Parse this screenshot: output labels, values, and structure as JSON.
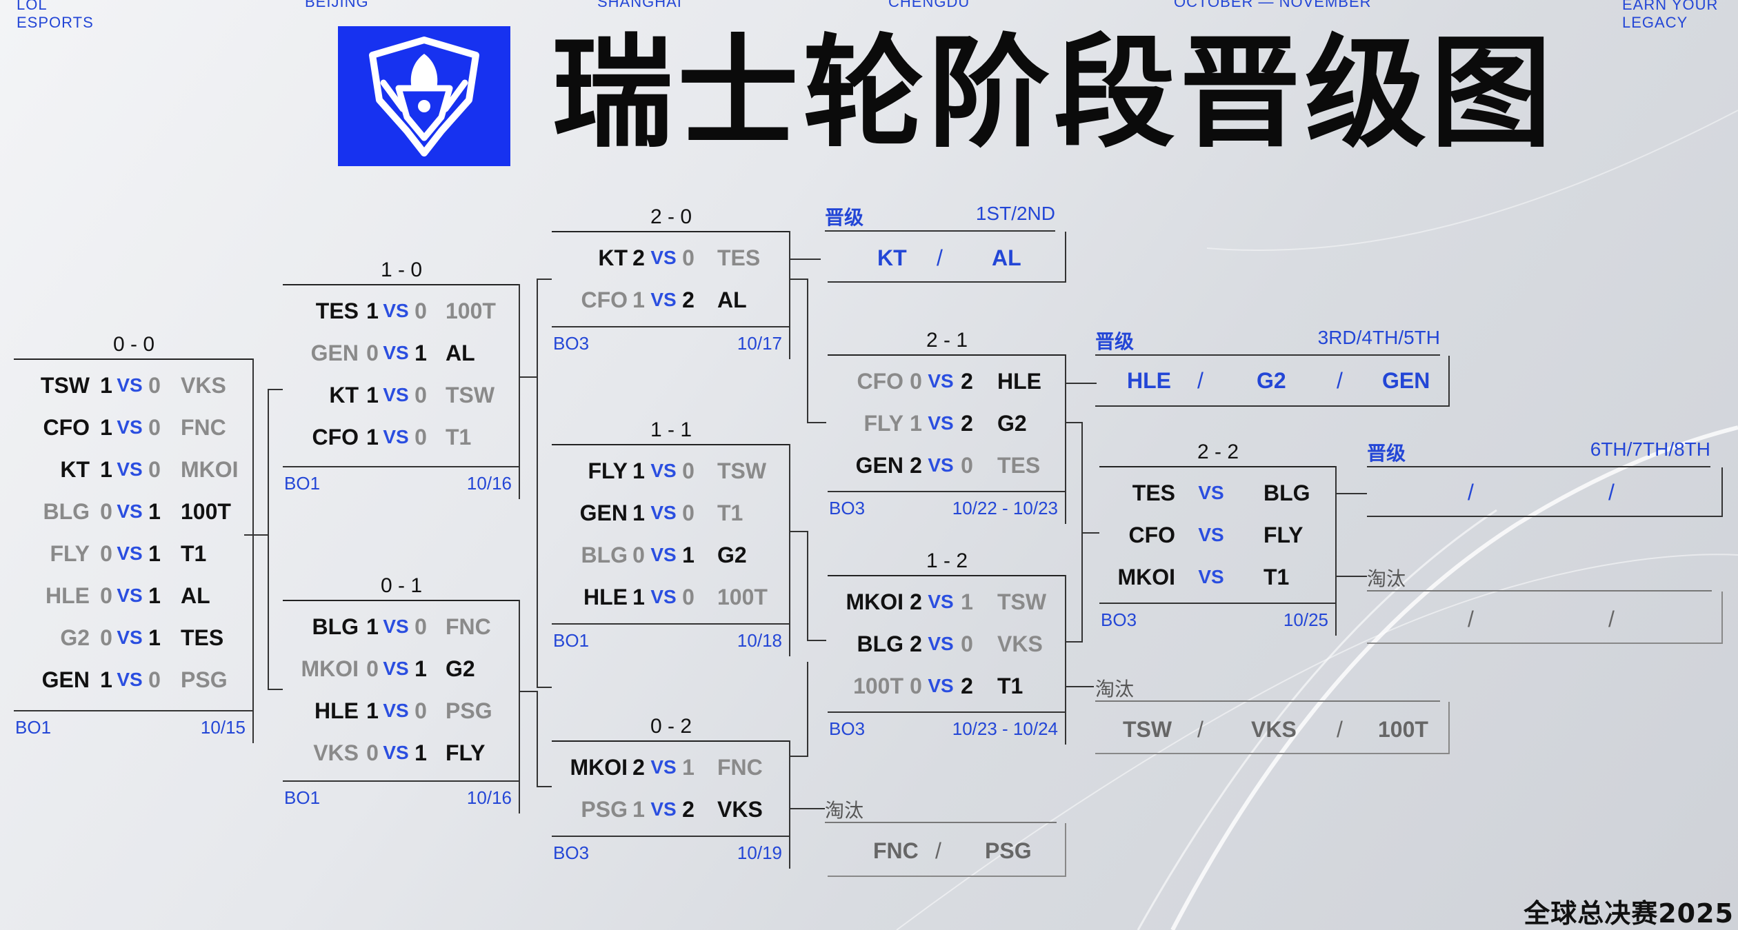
{
  "header": {
    "top_labels": [
      "LOL\nESPORTS",
      "BEIJING",
      "SHANGHAI",
      "CHENGDU",
      "OCTOBER — NOVEMBER",
      "EARN YOUR\nLEGACY"
    ],
    "title": "瑞士轮阶段晋级图",
    "brand": "全球总决赛2025"
  },
  "colors": {
    "accent": "#2346d6",
    "logo_bg": "#1732f0",
    "winner": "#111111",
    "loser": "#8a8a8a"
  },
  "labels": {
    "vs": "VS",
    "advance": "晋级",
    "eliminated": "淘汰",
    "slash": "/"
  },
  "rounds": {
    "r00": {
      "record": "0 - 0",
      "format": "BO1",
      "date": "10/15",
      "matches": [
        {
          "a": "TSW",
          "sa": "1",
          "b": "VKS",
          "sb": "0"
        },
        {
          "a": "CFO",
          "sa": "1",
          "b": "FNC",
          "sb": "0"
        },
        {
          "a": "KT",
          "sa": "1",
          "b": "MKOI",
          "sb": "0"
        },
        {
          "a": "BLG",
          "sa": "0",
          "b": "100T",
          "sb": "1"
        },
        {
          "a": "FLY",
          "sa": "0",
          "b": "T1",
          "sb": "1"
        },
        {
          "a": "HLE",
          "sa": "0",
          "b": "AL",
          "sb": "1"
        },
        {
          "a": "G2",
          "sa": "0",
          "b": "TES",
          "sb": "1"
        },
        {
          "a": "GEN",
          "sa": "1",
          "b": "PSG",
          "sb": "0"
        }
      ]
    },
    "r10": {
      "record": "1 - 0",
      "format": "BO1",
      "date": "10/16",
      "matches": [
        {
          "a": "TES",
          "sa": "1",
          "b": "100T",
          "sb": "0"
        },
        {
          "a": "GEN",
          "sa": "0",
          "b": "AL",
          "sb": "1"
        },
        {
          "a": "KT",
          "sa": "1",
          "b": "TSW",
          "sb": "0"
        },
        {
          "a": "CFO",
          "sa": "1",
          "b": "T1",
          "sb": "0"
        }
      ]
    },
    "r01": {
      "record": "0 - 1",
      "format": "BO1",
      "date": "10/16",
      "matches": [
        {
          "a": "BLG",
          "sa": "1",
          "b": "FNC",
          "sb": "0"
        },
        {
          "a": "MKOI",
          "sa": "0",
          "b": "G2",
          "sb": "1"
        },
        {
          "a": "HLE",
          "sa": "1",
          "b": "PSG",
          "sb": "0"
        },
        {
          "a": "VKS",
          "sa": "0",
          "b": "FLY",
          "sb": "1"
        }
      ]
    },
    "r20": {
      "record": "2 - 0",
      "format": "BO3",
      "date": "10/17",
      "matches": [
        {
          "a": "KT",
          "sa": "2",
          "b": "TES",
          "sb": "0"
        },
        {
          "a": "CFO",
          "sa": "1",
          "b": "AL",
          "sb": "2"
        }
      ]
    },
    "r11": {
      "record": "1 - 1",
      "format": "BO1",
      "date": "10/18",
      "matches": [
        {
          "a": "FLY",
          "sa": "1",
          "b": "TSW",
          "sb": "0"
        },
        {
          "a": "GEN",
          "sa": "1",
          "b": "T1",
          "sb": "0"
        },
        {
          "a": "BLG",
          "sa": "0",
          "b": "G2",
          "sb": "1"
        },
        {
          "a": "HLE",
          "sa": "1",
          "b": "100T",
          "sb": "0"
        }
      ]
    },
    "r02": {
      "record": "0 - 2",
      "format": "BO3",
      "date": "10/19",
      "matches": [
        {
          "a": "MKOI",
          "sa": "2",
          "b": "FNC",
          "sb": "1"
        },
        {
          "a": "PSG",
          "sa": "1",
          "b": "VKS",
          "sb": "2"
        }
      ]
    },
    "r21": {
      "record": "2 - 1",
      "format": "BO3",
      "date": "10/22 - 10/23",
      "matches": [
        {
          "a": "CFO",
          "sa": "0",
          "b": "HLE",
          "sb": "2"
        },
        {
          "a": "FLY",
          "sa": "1",
          "b": "G2",
          "sb": "2"
        },
        {
          "a": "GEN",
          "sa": "2",
          "b": "TES",
          "sb": "0"
        }
      ]
    },
    "r12": {
      "record": "1 - 2",
      "format": "BO3",
      "date": "10/23 - 10/24",
      "matches": [
        {
          "a": "MKOI",
          "sa": "2",
          "b": "TSW",
          "sb": "1"
        },
        {
          "a": "BLG",
          "sa": "2",
          "b": "VKS",
          "sb": "0"
        },
        {
          "a": "100T",
          "sa": "0",
          "b": "T1",
          "sb": "2"
        }
      ]
    },
    "r22": {
      "record": "2 - 2",
      "format": "BO3",
      "date": "10/25",
      "matches": [
        {
          "a": "TES",
          "sa": "",
          "b": "BLG",
          "sb": ""
        },
        {
          "a": "CFO",
          "sa": "",
          "b": "FLY",
          "sb": ""
        },
        {
          "a": "MKOI",
          "sa": "",
          "b": "T1",
          "sb": ""
        }
      ]
    }
  },
  "results": {
    "adv12": {
      "rank": "1ST/2ND",
      "teams": [
        "KT",
        "AL"
      ]
    },
    "adv345": {
      "rank": "3RD/4TH/5TH",
      "teams": [
        "HLE",
        "G2",
        "GEN"
      ]
    },
    "adv678": {
      "rank": "6TH/7TH/8TH",
      "teams": [
        "",
        "",
        ""
      ]
    },
    "elim_from_22": {
      "teams": [
        "",
        "",
        ""
      ]
    },
    "elim_from_12": {
      "teams": [
        "TSW",
        "VKS",
        "100T"
      ]
    },
    "elim_from_02": {
      "teams": [
        "FNC",
        "PSG"
      ]
    }
  }
}
